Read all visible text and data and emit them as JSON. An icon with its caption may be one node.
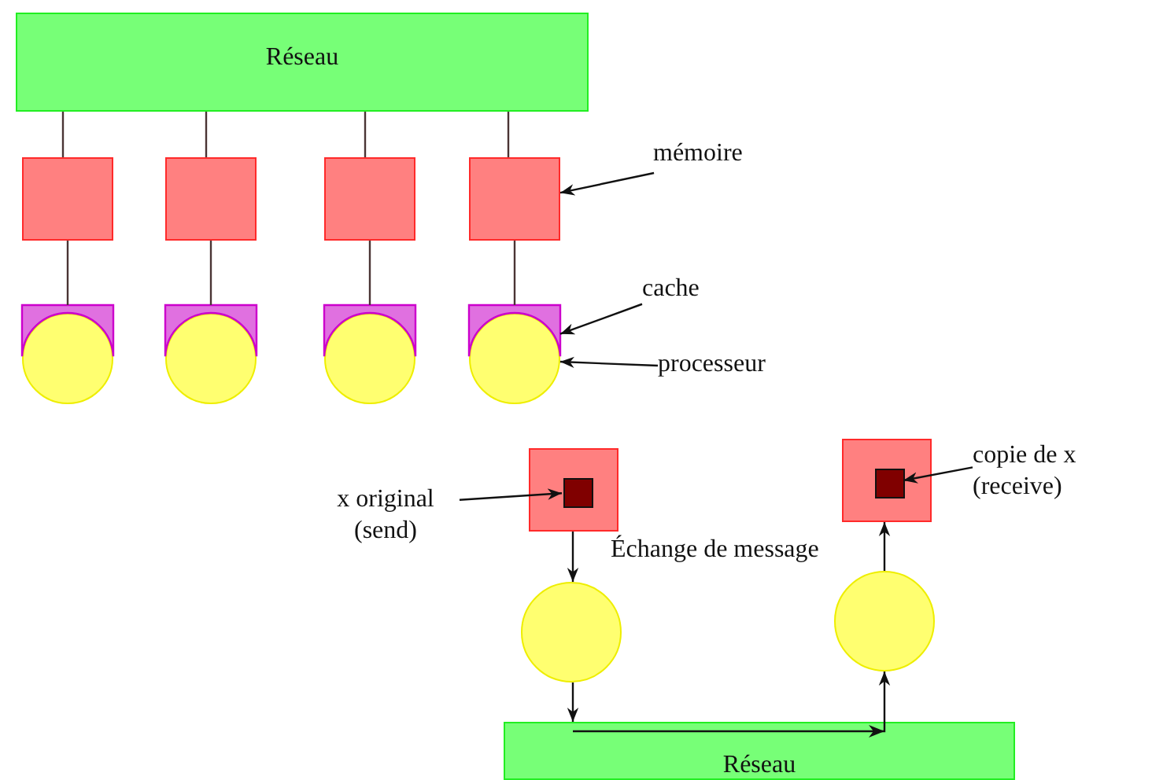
{
  "diagram": {
    "nodes": [
      {
        "text": [
          "Réseau"
        ]
      },
      {
        "text": [],
        "shape": "box"
      },
      {
        "text": [],
        "shape": "box"
      },
      {
        "text": [],
        "shape": "box"
      },
      {
        "text": [],
        "shape": "box"
      },
      {
        "text": [],
        "shape": "box"
      },
      {
        "text": [],
        "shape": "box"
      },
      {
        "text": [],
        "shape": "box"
      },
      {
        "text": [],
        "shape": "box"
      },
      {
        "text": [],
        "shape": "circle"
      },
      {
        "text": [],
        "shape": "circle"
      },
      {
        "text": [],
        "shape": "circle"
      },
      {
        "text": [],
        "shape": "circle"
      },
      {
        "text": [
          "mémoire"
        ]
      },
      {
        "text": [
          "cache"
        ]
      },
      {
        "text": [
          "processeur"
        ]
      },
      {
        "text": [],
        "shape": "box"
      },
      {
        "text": [],
        "shape": "box",
        "in": 16
      },
      {
        "text": [],
        "shape": "box"
      },
      {
        "text": [],
        "shape": "box",
        "in": 18
      },
      {
        "text": [],
        "shape": "circle"
      },
      {
        "text": [],
        "shape": "circle"
      },
      {
        "text": [
          "Réseau"
        ]
      },
      {
        "text": [
          "x original (send)"
        ]
      },
      {
        "text": [
          "copie de x (receive)"
        ]
      }
    ],
    "edges": [
      {
        "from": 0,
        "to": 1,
        "arrow": "none"
      },
      {
        "from": 0,
        "to": 2,
        "arrow": "none"
      },
      {
        "from": 0,
        "to": 3,
        "arrow": "none"
      },
      {
        "from": 0,
        "to": 4,
        "arrow": "none"
      },
      {
        "from": 1,
        "to": 5,
        "arrow": "none"
      },
      {
        "from": 2,
        "to": 6,
        "arrow": "none"
      },
      {
        "from": 3,
        "to": 7,
        "arrow": "none"
      },
      {
        "from": 4,
        "to": 8,
        "arrow": "none"
      },
      {
        "from": 13,
        "to": 4,
        "arrow": "to"
      },
      {
        "from": 14,
        "to": 8,
        "arrow": "to"
      },
      {
        "from": 15,
        "to": 12,
        "arrow": "to"
      },
      {
        "from": 23,
        "to": 17,
        "arrow": "to"
      },
      {
        "from": 24,
        "to": 19,
        "arrow": "to"
      },
      {
        "from": 16,
        "to": 20,
        "arrow": "to"
      },
      {
        "from": 20,
        "to": 22,
        "arrow": "to"
      },
      {
        "from": 22,
        "to": 21,
        "arrow": "to"
      },
      {
        "from": 21,
        "to": 18,
        "arrow": "to"
      }
    ],
    "labels": [
      "Échange de message"
    ]
  }
}
